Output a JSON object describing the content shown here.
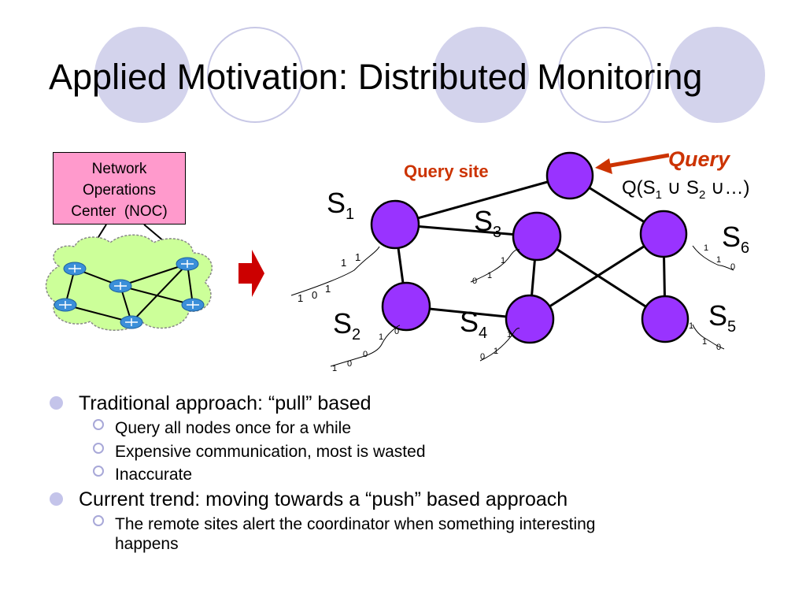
{
  "slide": {
    "title": "Applied Motivation: Distributed Monitoring",
    "accent_color": "#d3d3ec"
  },
  "noc": {
    "lines": [
      "Network",
      "Operations",
      "Center  (NOC)"
    ],
    "color": "#ff9acc"
  },
  "network": {
    "query_site_label": "Query site",
    "query_label": "Query",
    "query_expression": {
      "prefix": "Q(S",
      "sub1": "1",
      "middle": " ∪ S",
      "sub2": "2",
      "suffix": " ∪…)"
    },
    "node_color": "#9933ff",
    "sites": [
      {
        "id": "s1",
        "label": "S",
        "sub": "1"
      },
      {
        "id": "s2",
        "label": "S",
        "sub": "2"
      },
      {
        "id": "s3",
        "label": "S",
        "sub": "3"
      },
      {
        "id": "s4",
        "label": "S",
        "sub": "4"
      },
      {
        "id": "s5",
        "label": "S",
        "sub": "5"
      },
      {
        "id": "s6",
        "label": "S",
        "sub": "6"
      }
    ],
    "edges": [
      [
        "query",
        "s1"
      ],
      [
        "query",
        "s6"
      ],
      [
        "s1",
        "s3"
      ],
      [
        "s1",
        "s2"
      ],
      [
        "s2",
        "s4"
      ],
      [
        "s3",
        "s4"
      ],
      [
        "s3",
        "s5"
      ],
      [
        "s6",
        "s4"
      ],
      [
        "s6",
        "s5"
      ]
    ],
    "bit_streams": {
      "s1": [
        "1",
        "0",
        "1",
        "1",
        "1"
      ],
      "s2": [
        "1",
        "0",
        "0",
        "1",
        "0"
      ],
      "s3": [
        "0",
        "1",
        "1"
      ],
      "s4": [
        "0",
        "1",
        "1"
      ],
      "s5": [
        "1",
        "1",
        "0"
      ],
      "s6": [
        "1",
        "1",
        "0"
      ]
    }
  },
  "bullets": [
    {
      "text": "Traditional approach: “pull” based",
      "sub": [
        "Query all nodes once for a while",
        "Expensive communication, most is wasted",
        "Inaccurate"
      ]
    },
    {
      "text": "Current trend: moving towards a “push” based approach",
      "sub": [
        "The remote sites alert the coordinator when something interesting",
        "happens"
      ]
    }
  ]
}
